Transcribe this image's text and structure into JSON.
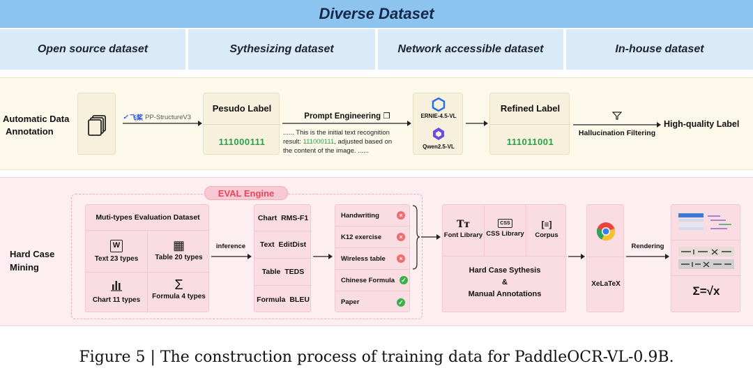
{
  "header": {
    "title": "Diverse Dataset",
    "sources": [
      "Open source dataset",
      "Sythesizing dataset",
      "Network accessible dataset",
      "In-house dataset"
    ]
  },
  "annotation": {
    "section_label_line1": "Automatic Data",
    "section_label_line2": "Annotation",
    "tool_name": "PP-StructureV3",
    "tool_brand": "飞桨",
    "pseudo_label_title": "Pesudo Label",
    "pseudo_label_value": "111000111",
    "prompt_title": "Prompt Engineering",
    "prompt_text_1": "...... This is the initial text recognition",
    "prompt_text_2a": "result: ",
    "prompt_text_2b": "111000111",
    "prompt_text_2c": ", adjusted based on",
    "prompt_text_3": "the content of the image. ......",
    "model_1": "ERNIE-4.5-VL",
    "model_2": "Qwen2.5-VL",
    "refined_label_title": "Refined Label",
    "refined_label_value": "111011001",
    "filter_label": "Hallucination Filtering",
    "output_label": "High-quality Label"
  },
  "mining": {
    "section_label_line1": "Hard Case",
    "section_label_line2": "Mining",
    "engine_label": "EVAL Engine",
    "eval_dataset_title": "Muti-types Evaluation Dataset",
    "types": [
      {
        "icon": "W",
        "label": "Text 23 types"
      },
      {
        "icon": "▦",
        "label": "Table 20 types"
      },
      {
        "icon": "▮▮▮",
        "label": "Chart 11 types"
      },
      {
        "icon": "Σ",
        "label": "Formula 4 types"
      }
    ],
    "inference_label": "inference",
    "metrics": [
      {
        "name": "Chart",
        "metric": "RMS-F1"
      },
      {
        "name": "Text",
        "metric": "EditDist"
      },
      {
        "name": "Table",
        "metric": "TEDS"
      },
      {
        "name": "Formula",
        "metric": "BLEU"
      }
    ],
    "results": [
      {
        "label": "Handwriting",
        "status": "fail"
      },
      {
        "label": "K12 exercise",
        "status": "fail"
      },
      {
        "label": "Wireless table",
        "status": "fail"
      },
      {
        "label": "Chinese Formula",
        "status": "pass"
      },
      {
        "label": "Paper",
        "status": "pass"
      }
    ],
    "libraries": [
      {
        "icon": "Tт",
        "label": "Font Library"
      },
      {
        "icon": "CSS",
        "label": "CSS Library"
      },
      {
        "icon": "[≡]",
        "label": "Corpus"
      }
    ],
    "synthesis_line1": "Hard Case Sythesis",
    "synthesis_line2": "&",
    "synthesis_line3": "Manual Annotations",
    "renderer_label": "XeLaTeX",
    "rendering_label": "Rendering",
    "formula_sample": "Σ=√x"
  },
  "caption": "Figure 5 | The construction process of training data for PaddleOCR-VL-0.9B."
}
